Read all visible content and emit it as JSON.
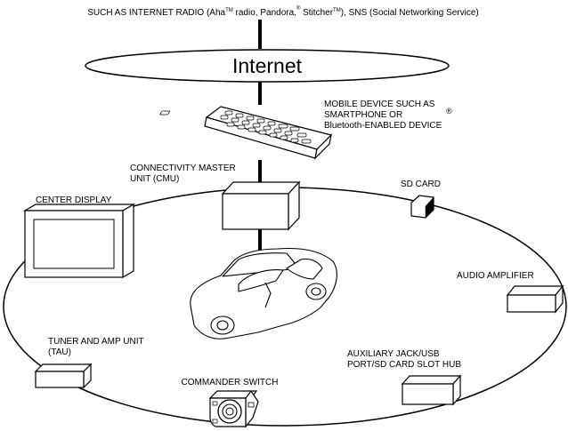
{
  "header": {
    "part1": "SUCH AS INTERNET RADIO (Aha",
    "tm1": "TM",
    "part2": " radio, Pandora,",
    "reg": "®",
    "part3": " Stitcher",
    "tm2": "TM",
    "part4": "), SNS (Social Networking Service)"
  },
  "cloud": {
    "label": "Internet"
  },
  "labels": {
    "mobile_line1": "MOBILE DEVICE SUCH AS",
    "mobile_line2": "SMARTPHONE OR",
    "mobile_line3": "Bluetooth-ENABLED DEVICE",
    "mobile_reg": "®",
    "cmu_line1": "CONNECTIVITY MASTER",
    "cmu_line2": "UNIT (CMU)",
    "sd_card": "SD CARD",
    "center_display": "CENTER DISPLAY",
    "audio_amplifier": "AUDIO AMPLIFIER",
    "tau_line1": "TUNER AND AMP UNIT",
    "tau_line2": "(TAU)",
    "aux_line1": "AUXILIARY JACK/USB",
    "aux_line2": "PORT/SD CARD SLOT HUB",
    "commander_switch": "COMMANDER SWITCH"
  },
  "icons": [
    "smartphone-icon",
    "cmu-box-icon",
    "sd-card-icon",
    "display-icon",
    "car-icon",
    "amplifier-box-icon",
    "tau-box-icon",
    "hub-box-icon",
    "commander-knob-icon"
  ]
}
